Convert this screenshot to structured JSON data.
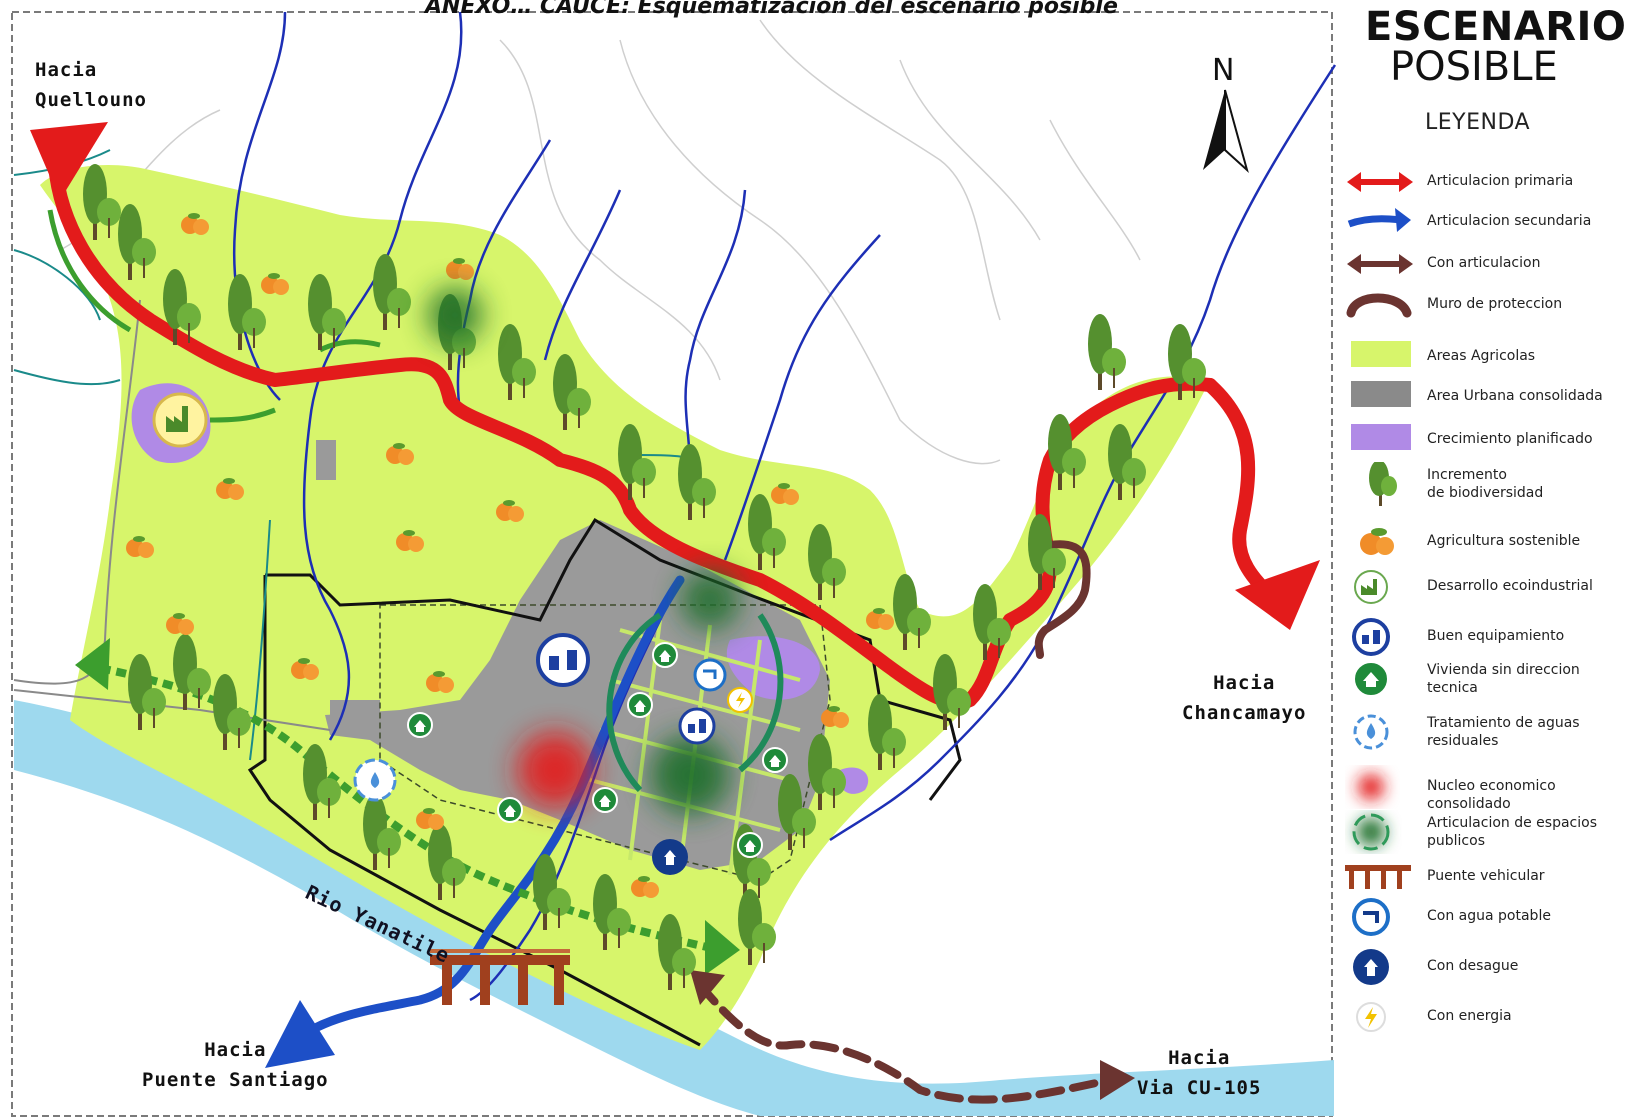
{
  "header": {
    "title": "ANEXO… CAUCE: Esquematización del escenario posible"
  },
  "map_labels": {
    "quellouno": "Hacia\nQuellouno",
    "chancamayo": "Hacia\nChancamayo",
    "puente_santiago": "Hacia\nPuente Santiago",
    "via_cu105": "Hacia\nVia CU-105",
    "river": "Rio Yanatile",
    "north": "N"
  },
  "legend": {
    "title_line1": "ESCENARIO",
    "title_line2": "POSIBLE",
    "heading": "LEYENDA",
    "items": [
      {
        "label": "Articulacion primaria",
        "icon": "red-double-arrow-icon",
        "color": "#e31b1b"
      },
      {
        "label": "Articulacion secundaria",
        "icon": "blue-arrow-icon",
        "color": "#1d4fc7"
      },
      {
        "label": "Con articulacion",
        "icon": "brown-double-arrow-icon",
        "color": "#6b3430"
      },
      {
        "label": "Muro de proteccion",
        "icon": "brown-curved-wall-icon",
        "color": "#6b3430"
      },
      {
        "label": "Areas Agricolas",
        "icon": "green-swatch-icon",
        "color": "#d7f56b"
      },
      {
        "label": "Area Urbana consolidada",
        "icon": "gray-swatch-icon",
        "color": "#8a8a8a"
      },
      {
        "label": "Crecimiento planificado",
        "icon": "purple-swatch-icon",
        "color": "#b08ae6"
      },
      {
        "label": "Incremento\nde biodiversidad",
        "icon": "tree-icon",
        "color": "#6aa84f"
      },
      {
        "label": "Agricultura sostenible",
        "icon": "orange-fruit-icon",
        "color": "#f08c28"
      },
      {
        "label": "Desarrollo ecoindustrial",
        "icon": "factory-icon",
        "color": "#6aa84f"
      },
      {
        "label": "Buen equipamiento",
        "icon": "buildings-icon",
        "color": "#1d3fa0"
      },
      {
        "label": "Vivienda sin direccion\ntecnica",
        "icon": "house-icon",
        "color": "#1f8a3a"
      },
      {
        "label": "Tratamiento de aguas\nresiduales",
        "icon": "water-treatment-icon",
        "color": "#4a90d9"
      },
      {
        "label": "Nucleo economico consolidado",
        "icon": "red-blur-icon",
        "color": "#e31b1b"
      },
      {
        "label": "Articulacion de espacios\npublicos",
        "icon": "green-blur-icon",
        "color": "#1f6e2c"
      },
      {
        "label": "Puente vehicular",
        "icon": "bridge-icon",
        "color": "#a0401e"
      },
      {
        "label": "Con agua potable",
        "icon": "faucet-icon",
        "color": "#1d6fc7"
      },
      {
        "label": "Con desague",
        "icon": "drain-icon",
        "color": "#133a8a"
      },
      {
        "label": "Con energia",
        "icon": "energy-icon",
        "color": "#f2c200"
      }
    ]
  }
}
